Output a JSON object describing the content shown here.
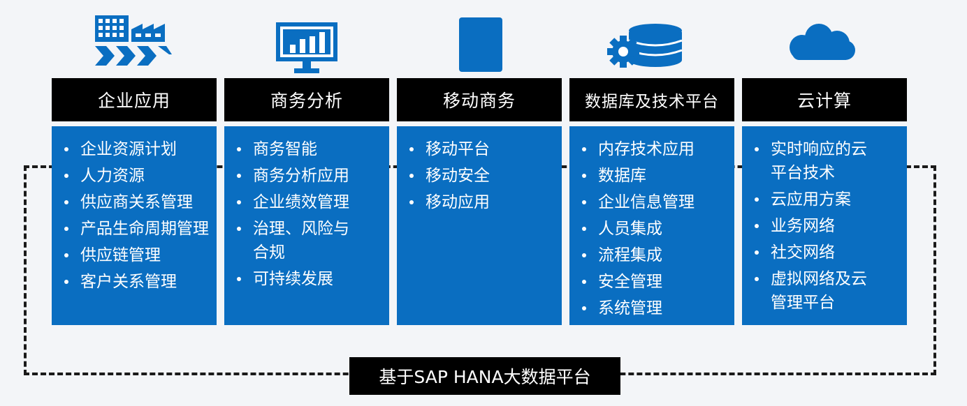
{
  "accent_color": "#0a6ec1",
  "columns": [
    {
      "icon": "factory-icon",
      "title": "企业应用",
      "items": [
        "企业资源计划",
        "人力资源",
        "供应商关系管理",
        "产品生命周期管理",
        "供应链管理",
        "客户关系管理"
      ]
    },
    {
      "icon": "bar-chart-monitor-icon",
      "title": "商务分析",
      "items": [
        "商务智能",
        "商务分析应用",
        "企业绩效管理",
        "治理、风险与合规",
        "可持续发展"
      ]
    },
    {
      "icon": "mobile-device-icon",
      "title": "移动商务",
      "items": [
        "移动平台",
        "移动安全",
        "移动应用"
      ]
    },
    {
      "icon": "database-gear-icon",
      "title": "数据库及技术平台",
      "items": [
        "内存技术应用",
        "数据库",
        "企业信息管理",
        "人员集成",
        "流程集成",
        "安全管理",
        "系统管理"
      ]
    },
    {
      "icon": "cloud-icon",
      "title": "云计算",
      "items": [
        "实时响应的云平台技术",
        "云应用方案",
        "业务网络",
        "社交网络",
        "虚拟网络及云管理平台"
      ]
    }
  ],
  "platform": {
    "label": "基于SAP HANA大数据平台"
  }
}
